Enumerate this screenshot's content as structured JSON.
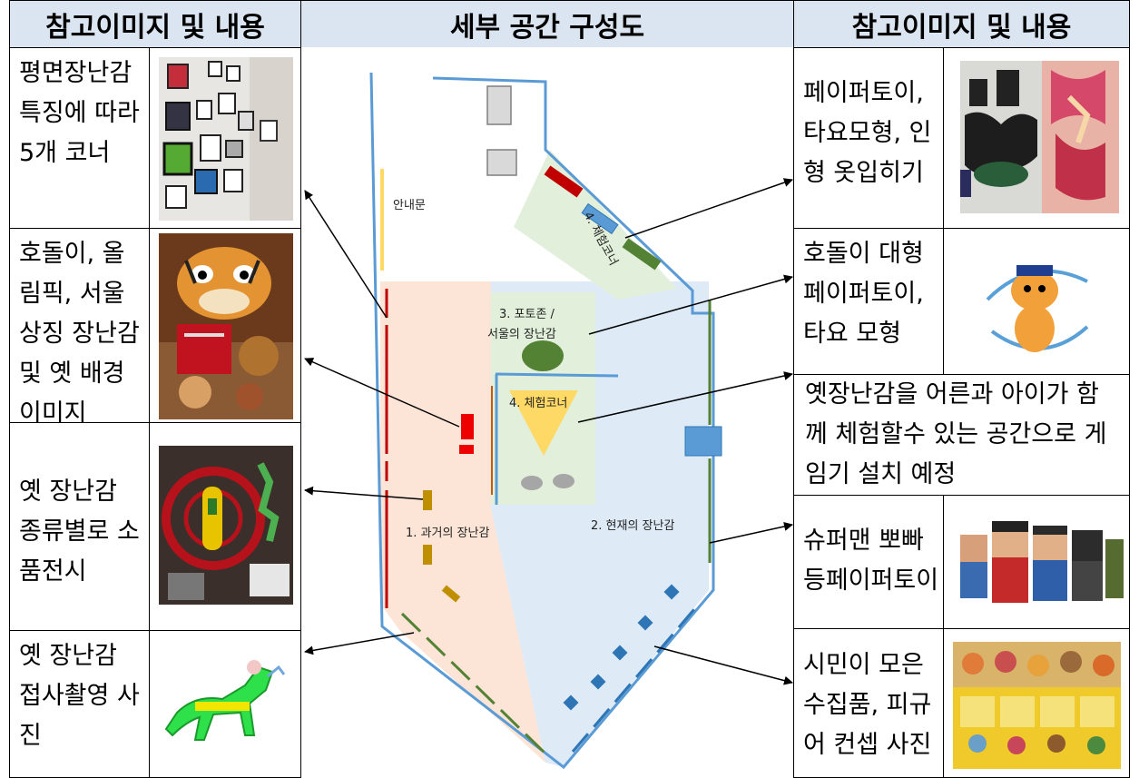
{
  "header": {
    "left": "참고이미지 및 내용",
    "center": "세부 공간 구성도",
    "right": "참고이미지 및 내용"
  },
  "left_items": [
    {
      "text": "평면장난감 특징에 따라 5개 코너",
      "image": "photo-frames-wall"
    },
    {
      "text": "호돌이, 올림픽, 서울 상징 장난감 및 옛 배경 이미지",
      "image": "hodori-plush"
    },
    {
      "text": "옛 장난감 종류별로 소품전시",
      "image": "old-toy-display"
    },
    {
      "text": "옛 장난감 접사촬영 사진",
      "image": "green-horse-toy"
    }
  ],
  "right_items": [
    {
      "text": "페이퍼토이, 타요모형, 인형 옷입히기",
      "image": "papertoy-collage"
    },
    {
      "text": "호돌이 대형 페이퍼토이, 타요 모형",
      "image": "hodori-papertoy"
    },
    {
      "text": "옛장난감을 어른과 아이가 함께 체험할수 있는 공간으로 게임기 설치 예정",
      "image": ""
    },
    {
      "text": "슈퍼맨 뽀빠 등페이퍼토이",
      "image": "superhero-papertoys"
    },
    {
      "text": "시민이 모은 수집품, 피규어 컨셉 사진",
      "image": "figure-collection"
    }
  ],
  "plan": {
    "guide": "안내문",
    "zone_experience_top": "4. 체험코너",
    "zone_photo_line1": "3. 포토존 /",
    "zone_photo_line2": "서울의 장난감",
    "zone_experience_mid": "4. 체험코너",
    "zone_past": "1. 과거의 장난감",
    "zone_present": "2. 현재의 장난감"
  },
  "colors": {
    "header_bg": "#dbe5f1",
    "wall": "#5b9bd5",
    "past_zone": "#fce4d6",
    "present_zone": "#deebf7",
    "experience_zone": "#e2efda",
    "red": "#c00000",
    "green": "#548235",
    "yellow": "#ffd966",
    "gold": "#bf8f00"
  }
}
